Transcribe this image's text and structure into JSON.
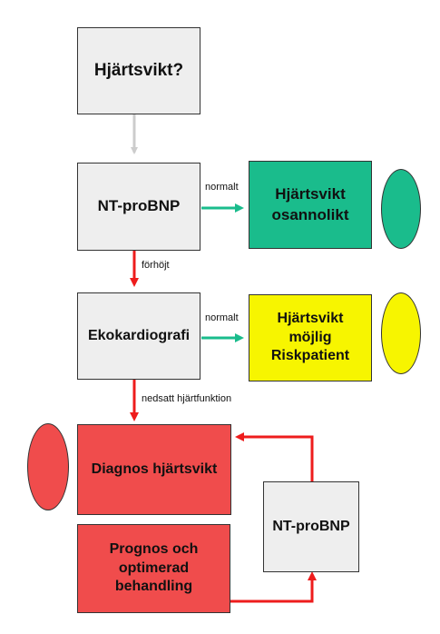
{
  "nodes": {
    "question": "Hjärtsvikt?",
    "ntprobnp_first": "NT-proBNP",
    "unlikely": "Hjärtsvikt osannolikt",
    "echo": "Ekokardiografi",
    "possible": "Hjärtsvikt möjlig Riskpatient",
    "diagnosis": "Diagnos hjärtsvikt",
    "prognosis": "Prognos och optimerad behandling",
    "ntprobnp_second": "NT-proBNP"
  },
  "edges": {
    "normal_1": "normalt",
    "elevated": "förhöjt",
    "normal_2": "normalt",
    "reduced_function": "nedsatt hjärtfunktion"
  },
  "colors": {
    "green": "#1abc8c",
    "yellow": "#f7f500",
    "red": "#f04c4c",
    "gray": "#eeeeee",
    "arrow_gray": "#cccccc",
    "arrow_red": "#ee1c1c",
    "arrow_green": "#1abc8c"
  }
}
